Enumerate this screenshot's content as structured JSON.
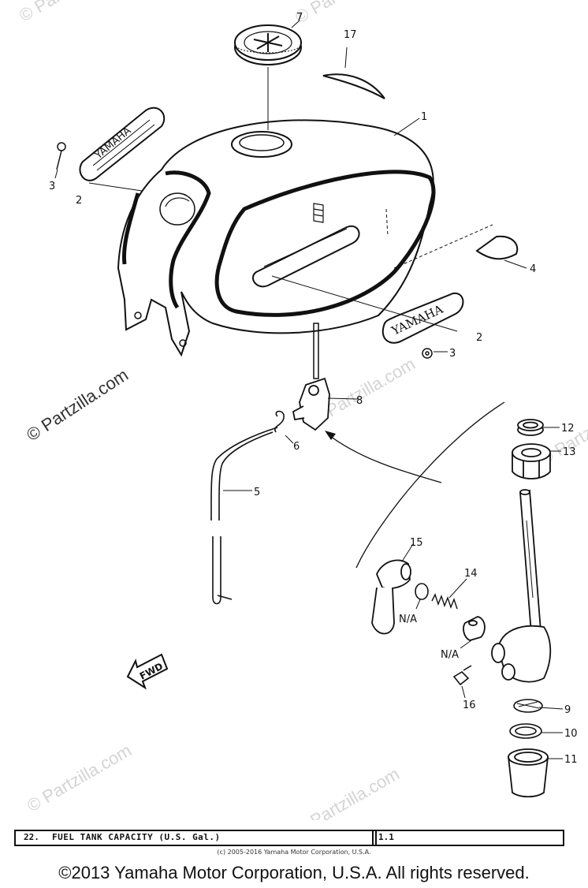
{
  "watermarks": {
    "main": "© Partzilla.com",
    "faint": "© Partzilla.com"
  },
  "callouts": [
    "1",
    "2",
    "3",
    "2",
    "3",
    "4",
    "5",
    "6",
    "7",
    "8",
    "9",
    "10",
    "11",
    "12",
    "13",
    "14",
    "15",
    "16",
    "17",
    "N/A",
    "N/A"
  ],
  "emblem_text": "YAMAHA",
  "fwd_text": "FWD",
  "spec": {
    "number": "22.",
    "label": "FUEL TANK CAPACITY (U.S. Gal.)",
    "value": "1.1"
  },
  "copyright_small": "(c) 2005-2016 Yamaha Motor Corporation, U.S.A.",
  "footer": "©2013 Yamaha Motor Corporation, U.S.A. All rights reserved."
}
